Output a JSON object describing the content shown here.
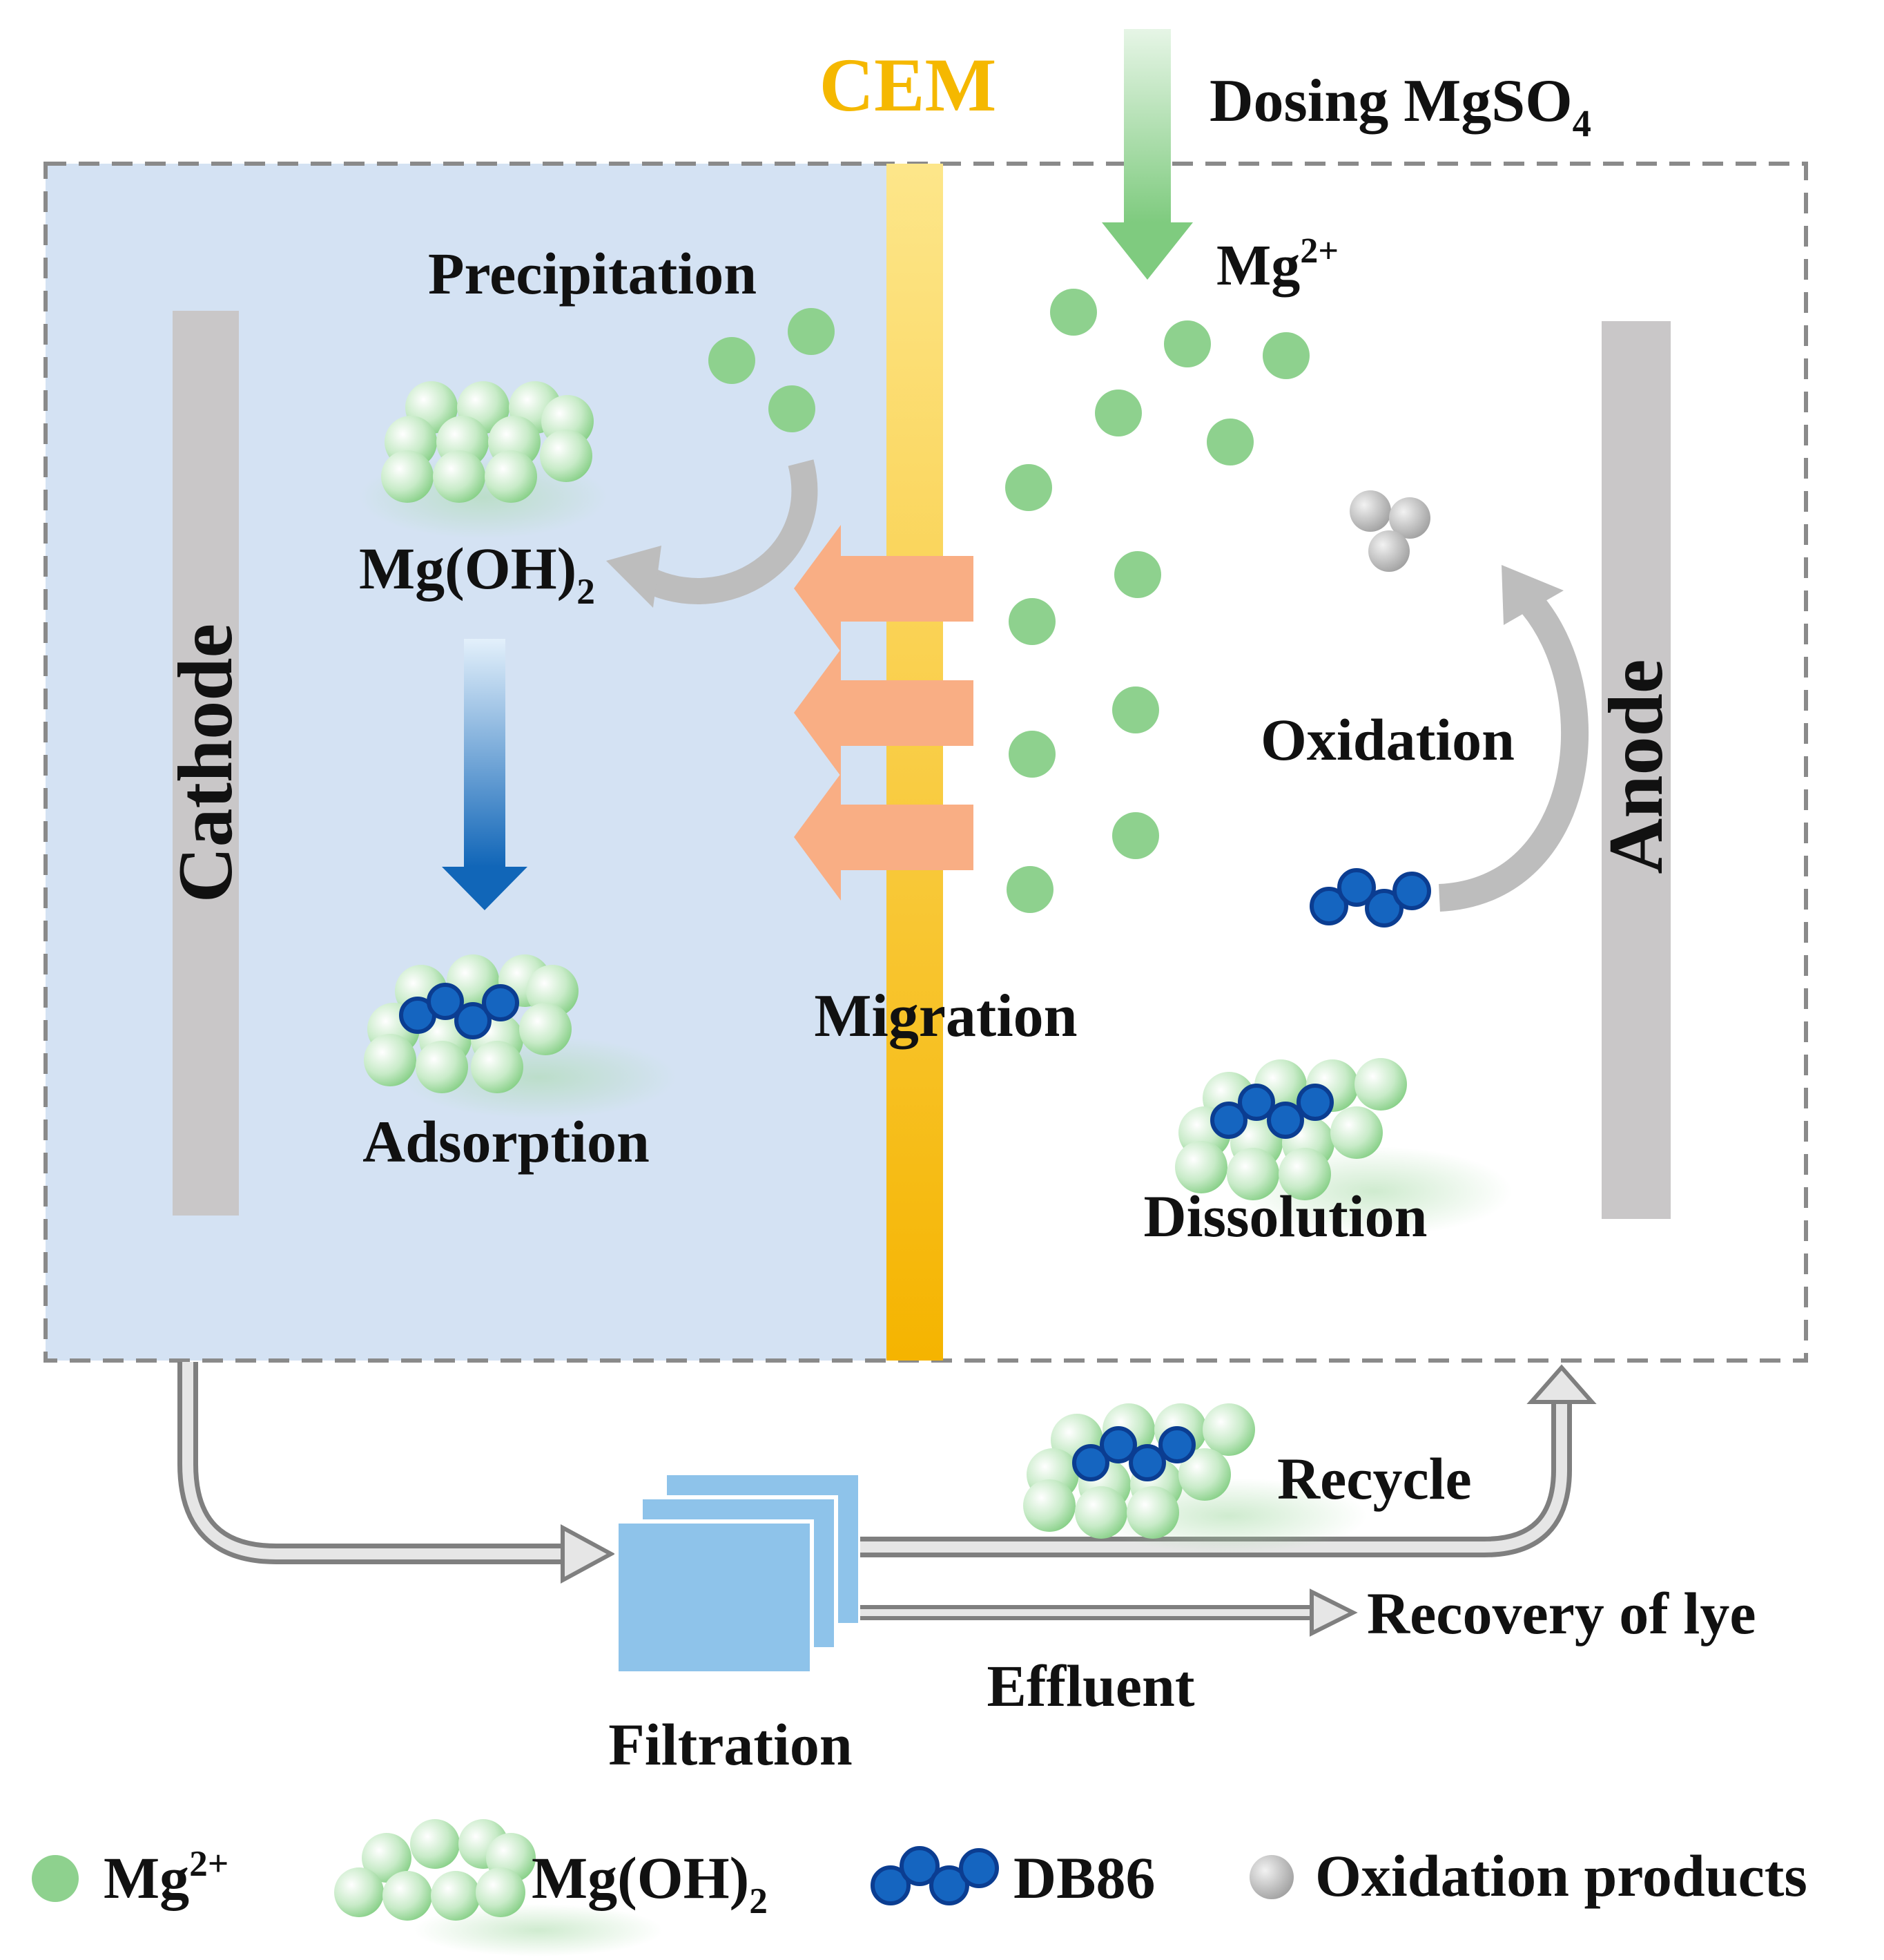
{
  "colors": {
    "cathode_chamber": "#d4e2f3",
    "membrane_top": "#fde68a",
    "membrane_bottom": "#f5b400",
    "electrode": "#c9c7c8",
    "mg_ion": "#8ed18e",
    "db86_fill": "#1565c0",
    "db86_ring": "#0b3d91",
    "migration_arrow": "#f9ae84",
    "dosing_arrow": "#8fd18f",
    "cycle_arrow": "#bdbdbd",
    "down_arrow_top": "#e3f0fb",
    "down_arrow_bottom": "#1166b8",
    "filter_fill": "#8ec3ea",
    "pipe": "#9a9a9a",
    "cem_text": "#f5b800",
    "dash_border": "#8a8a8a"
  },
  "labels": {
    "cem": "CEM",
    "dosing": "Dosing MgSO",
    "dosing_sub": "4",
    "mg_ion_base": "Mg",
    "mg_ion_sup": "2+",
    "precipitation": "Precipitation",
    "mgoh_base": "Mg(OH)",
    "mgoh_sub": "2",
    "cathode": "Cathode",
    "anode": "Anode",
    "oxidation": "Oxidation",
    "migration": "Migration",
    "adsorption": "Adsorption",
    "dissolution": "Dissolution",
    "recycle": "Recycle",
    "recovery": "Recovery of lye",
    "effluent": "Effluent",
    "filtration": "Filtration"
  },
  "legend": {
    "mg_base": "Mg",
    "mg_sup": "2+",
    "mgoh_base": "Mg(OH)",
    "mgoh_sub": "2",
    "db86": "DB86",
    "oxidation_products": "Oxidation products"
  }
}
